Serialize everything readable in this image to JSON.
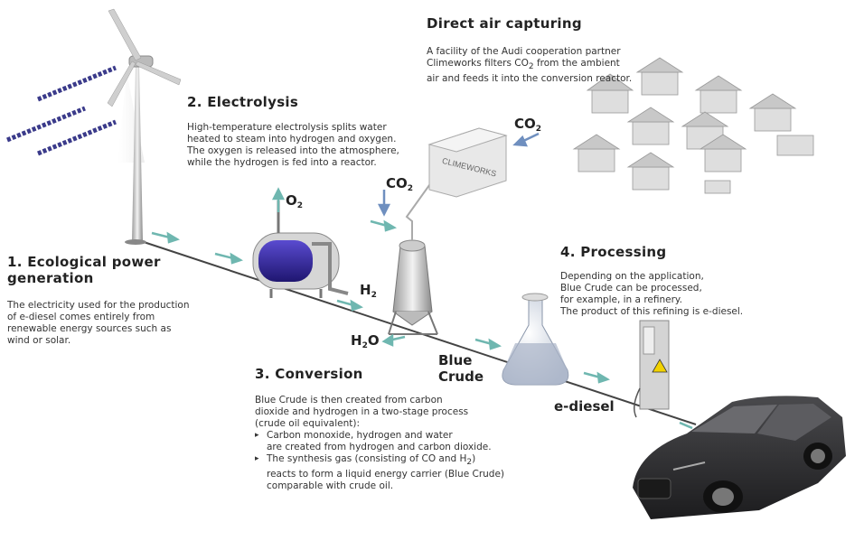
{
  "direct_air": {
    "title": "Direct air capturing",
    "text_1": "A facility of the Audi cooperation partner",
    "text_2a": "Climeworks filters CO",
    "text_2_sub": "2",
    "text_2b": " from the ambient",
    "text_3": "air and feeds it into the conversion reactor."
  },
  "electrolysis": {
    "title": "2. Electrolysis",
    "lines": [
      "High-temperature electrolysis splits water",
      "heated to steam into hydrogen and oxygen.",
      "The oxygen is released into the atmosphere,",
      "while the hydrogen is fed into a reactor."
    ]
  },
  "power": {
    "title_1": "1. Ecological power",
    "title_2": "generation",
    "lines": [
      "The electricity used for the production",
      "of e-diesel comes entirely from",
      "renewable energy sources such as",
      "wind or solar."
    ]
  },
  "conversion": {
    "title": "3. Conversion",
    "intro": [
      "Blue Crude is then created from carbon",
      "dioxide and hydrogen in a two-stage process",
      "(crude oil equivalent):"
    ],
    "bullet_1": [
      "Carbon monoxide, hydrogen and water",
      "are created from hydrogen and carbon dioxide."
    ],
    "bullet_2_a": "The synthesis gas (consisting of CO and H",
    "bullet_2_sub": "2",
    "bullet_2_b": ")",
    "bullet_2_rest": [
      "reacts to form a liquid energy carrier (Blue Crude)",
      "comparable with crude oil."
    ]
  },
  "processing": {
    "title": "4. Processing",
    "lines": [
      "Depending on the application,",
      "Blue Crude can be processed,",
      "for example, in a refinery.",
      "The product of this refining is e-diesel."
    ]
  },
  "labels": {
    "co2_main": "CO",
    "co2_sub": "2",
    "co2_in_main": "CO",
    "co2_in_sub": "2",
    "o2_main": "O",
    "o2_sub": "2",
    "h2_main": "H",
    "h2_sub": "2",
    "h2o_main": "H",
    "h2o_sub": "2",
    "h2o_end": "O",
    "blue_crude_1": "Blue",
    "blue_crude_2": "Crude",
    "ediesel": "e-diesel",
    "climeworks": "CLIMEWORKS"
  },
  "colors": {
    "arrow": "#6fb7b0",
    "co2_arrow": "#6f8fbf",
    "tank_fill": "#3a2d9a",
    "blue_crude": "#9aa8c0",
    "car": "#2c2c2e",
    "pipe": "#444444"
  }
}
